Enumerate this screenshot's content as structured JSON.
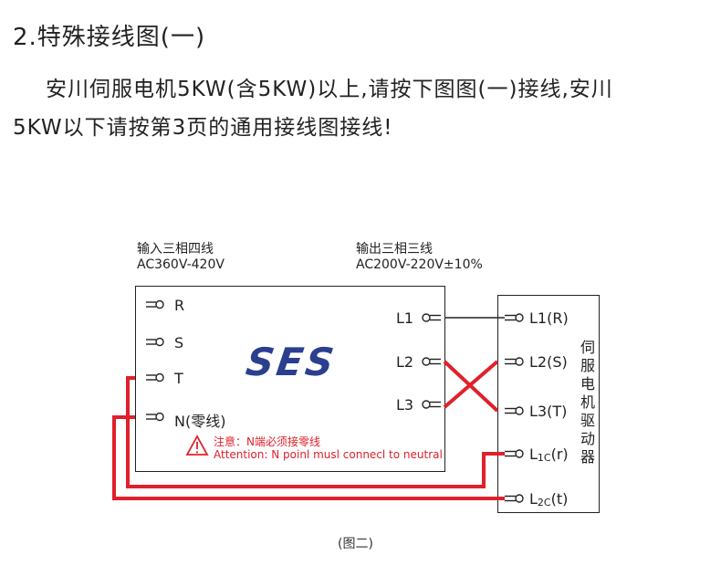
{
  "heading": "2.特殊接线图(一)",
  "paragraph": {
    "line1": "安川伺服电机5KW(含5KW)以上,请按下图图(一)接线,安川",
    "line2": "5KW以下请按第3页的通用接线图接线!"
  },
  "input": {
    "title": "输入三相四线",
    "voltage": "AC360V-420V",
    "terminals": [
      "R",
      "S",
      "T",
      "N(零线)"
    ]
  },
  "output": {
    "title": "输出三相三线",
    "voltage": "AC200V-220V±10%",
    "terminals": [
      "L1",
      "L2",
      "L3"
    ]
  },
  "logo": {
    "text": "SES",
    "color": "#2b3f8f"
  },
  "warning": {
    "cn": "注意：N端必须接零线",
    "en": "Attention: N poinl musl connecl to neutral",
    "color": "#e0202a"
  },
  "driver": {
    "label": [
      "伺",
      "服",
      "电",
      "机",
      "驱",
      "动",
      "器"
    ],
    "terminals": {
      "l1": "L1(R)",
      "l2": "L2(S)",
      "l3": "L3(T)",
      "l1c_main": "L",
      "l1c_sub": "1C",
      "l1c_tail": "(r)",
      "l2c_main": "L",
      "l2c_sub": "2C",
      "l2c_tail": "(t)"
    }
  },
  "caption": "(图二)",
  "colors": {
    "wire_red": "#e0202a",
    "line_black": "#222222"
  }
}
